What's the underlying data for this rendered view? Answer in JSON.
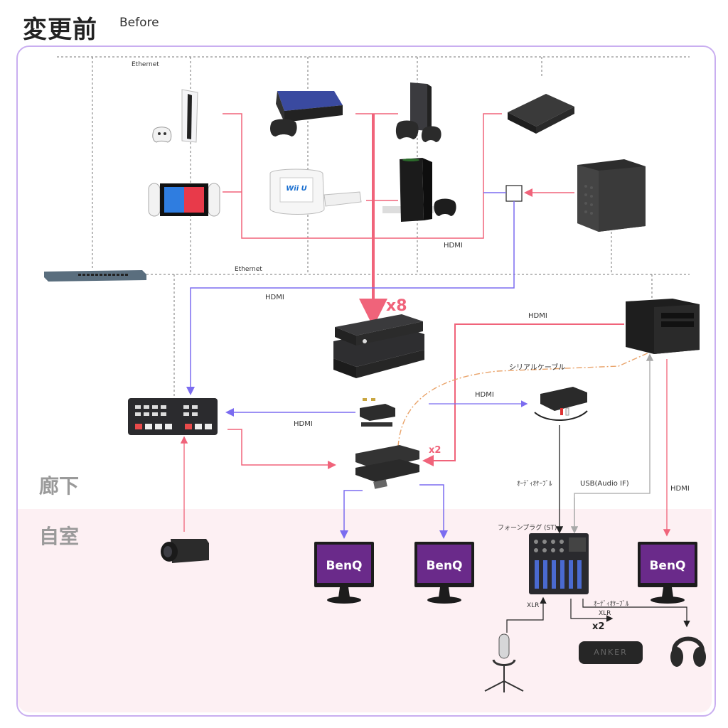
{
  "header": {
    "title": "変更前",
    "subtitle": "Before"
  },
  "zones": {
    "hallway": "廊下",
    "room": "自室"
  },
  "labels": {
    "ethernet_top": "Ethernet",
    "ethernet_mid": "Ethernet",
    "hdmi_1": "HDMI",
    "hdmi_2": "HDMI",
    "hdmi_3": "HDMI",
    "hdmi_4": "HDMI",
    "hdmi_5": "HDMI",
    "hdmi_6": "HDMI",
    "serial_cable": "シリアルケーブル",
    "audio_cable_1": "ｵｰﾃﾞｨｵｹｰﾌﾞﾙ",
    "audio_cable_2": "ｵｰﾃﾞｨｵｹｰﾌﾞﾙ",
    "usb_audio": "USB(Audio IF)",
    "phone_plug": "フォーンプラグ (ST)",
    "xlr_1": "XLR",
    "xlr_2": "XLR",
    "mult_x8": "x8",
    "mult_x2_splitter": "x2",
    "mult_x2_speaker": "x2"
  },
  "devices": {
    "monitor_brand_1": "BenQ",
    "monitor_brand_2": "BenQ",
    "monitor_brand_3": "BenQ",
    "wii_u_logo": "Wii U",
    "speaker_brand": "ANKER"
  },
  "colors": {
    "frame": "#c9aef0",
    "hdmi_pink": "#f0637a",
    "hdmi_blue": "#7b6cf0",
    "serial_orange": "#e9a36a",
    "usb_gray": "#a8a8a8",
    "room_band": "#fdf0f3"
  }
}
